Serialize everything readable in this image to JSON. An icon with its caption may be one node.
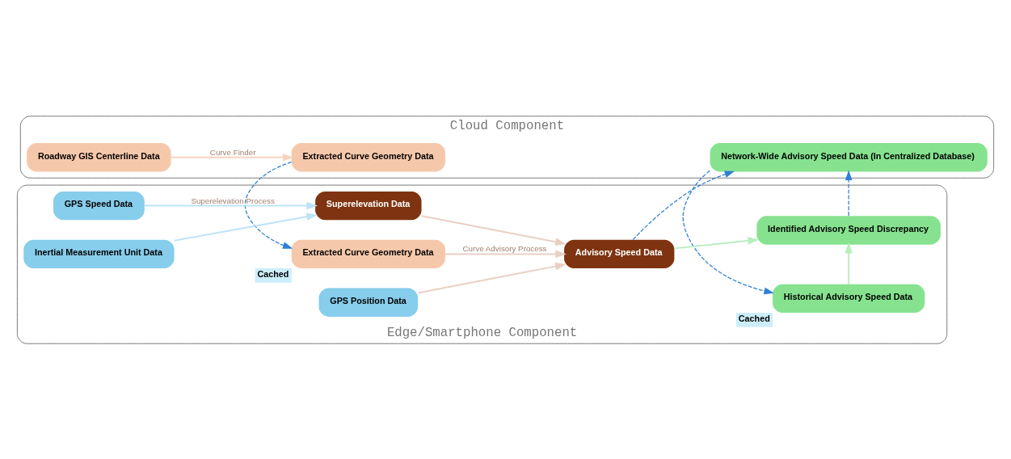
{
  "diagram": {
    "nodes": [
      {
        "text": [
          "Cloud Component"
        ]
      },
      {
        "text": [
          "Roadway GIS Centerline Data"
        ],
        "in": 0
      },
      {
        "text": [
          "Extracted Curve Geometry Data"
        ],
        "in": 0
      },
      {
        "text": [
          "Network-Wide Advisory Speed Data (In Centralized Database)"
        ],
        "in": 0
      },
      {
        "text": [
          "Edge/Smartphone Component"
        ]
      },
      {
        "text": [
          "GPS Speed Data"
        ],
        "in": 4
      },
      {
        "text": [
          "Inertial Measurement Unit Data"
        ],
        "in": 4
      },
      {
        "text": [
          "Extracted Curve Geometry Data"
        ],
        "in": 4,
        "beside": [
          "Cached"
        ]
      },
      {
        "text": [
          "Superelevation Data"
        ],
        "in": 4
      },
      {
        "text": [
          "GPS Position Data"
        ],
        "in": 4
      },
      {
        "text": [
          "Advisory Speed Data"
        ],
        "in": 4
      },
      {
        "text": [
          "Historical Advisory Speed Data"
        ],
        "in": 4,
        "beside": [
          "Cached"
        ]
      },
      {
        "text": [
          "Identified Advisory Speed Discrepancy"
        ],
        "in": 4
      }
    ],
    "edges": [
      {
        "from": 1,
        "to": 2,
        "arrow": "to",
        "label": "Curve Finder",
        "color": "#f7d4bf"
      },
      {
        "from": 2,
        "to": 7,
        "arrow": "to",
        "style": "dashed",
        "color": "#2e7fd6"
      },
      {
        "from": 5,
        "to": 8,
        "arrow": "to",
        "label": "Superelevation Process",
        "color": "#bfe3f5"
      },
      {
        "from": 6,
        "to": 8,
        "arrow": "to",
        "color": "#bfe3f5"
      },
      {
        "from": 7,
        "to": 10,
        "arrow": "to",
        "label": "Curve Advisory Process",
        "color": "#e8d0c4"
      },
      {
        "from": 8,
        "to": 10,
        "arrow": "to",
        "color": "#e8d0c4"
      },
      {
        "from": 9,
        "to": 10,
        "arrow": "to",
        "color": "#e8d0c4"
      },
      {
        "from": 10,
        "to": 3,
        "arrow": "to",
        "style": "dashed",
        "color": "#2e7fd6"
      },
      {
        "from": 3,
        "to": 11,
        "arrow": "to",
        "style": "dashed",
        "color": "#2e7fd6"
      },
      {
        "from": 11,
        "to": 12,
        "arrow": "to",
        "color": "#b8eec0"
      },
      {
        "from": 10,
        "to": 12,
        "arrow": "to",
        "color": "#b8eec0"
      },
      {
        "from": 12,
        "to": 3,
        "arrow": "to",
        "style": "dashed",
        "color": "#2e7fd6"
      }
    ]
  }
}
